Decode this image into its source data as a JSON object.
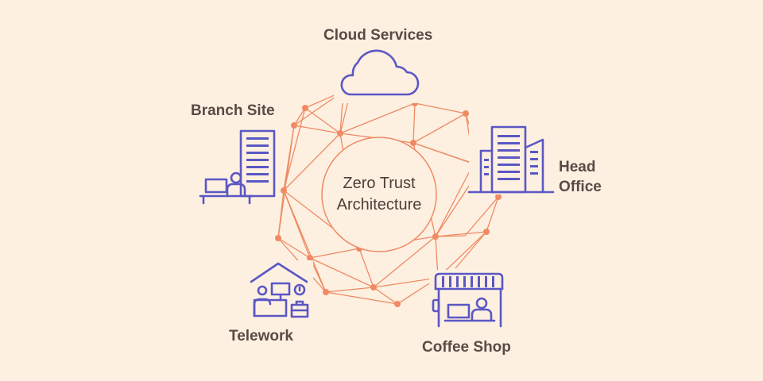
{
  "center": {
    "line1": "Zero Trust",
    "line2": "Architecture"
  },
  "nodes": {
    "cloud": {
      "label": "Cloud Services",
      "icon": "cloud-icon"
    },
    "branch": {
      "label": "Branch Site",
      "icon": "office-building-icon"
    },
    "head_office": {
      "line1": "Head",
      "line2": "Office",
      "icon": "skyscrapers-icon"
    },
    "telework": {
      "label": "Telework",
      "icon": "home-office-icon"
    },
    "coffee": {
      "label": "Coffee Shop",
      "icon": "coffee-shop-icon"
    }
  },
  "colors": {
    "background": "#fdf0e1",
    "mesh": "#ef8a64",
    "icon": "#5b57c4",
    "text": "#5a4a44"
  }
}
